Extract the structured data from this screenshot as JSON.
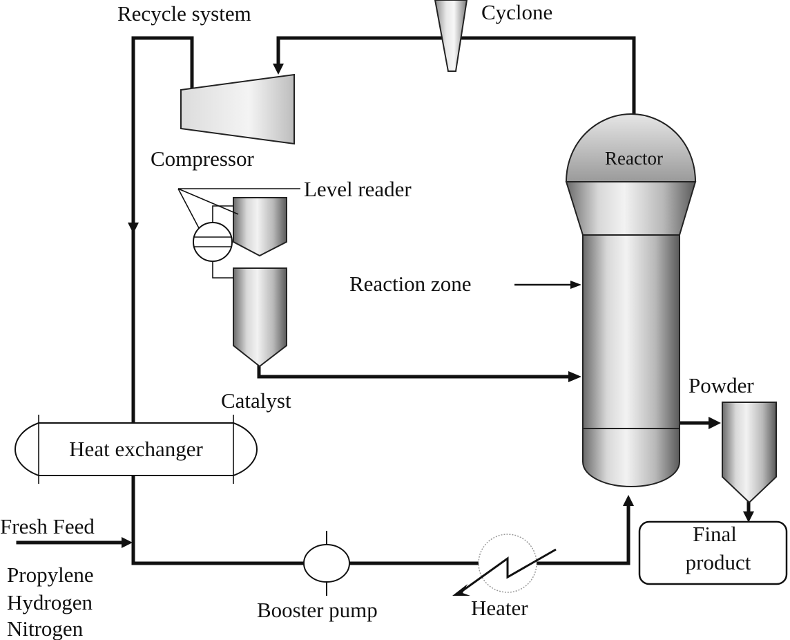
{
  "labels": {
    "recycle_system": "Recycle system",
    "cyclone": "Cyclone",
    "compressor": "Compressor",
    "reactor": "Reactor",
    "level_reader": "Level reader",
    "reaction_zone": "Reaction zone",
    "catalyst": "Catalyst",
    "powder": "Powder",
    "heat_exchanger": "Heat exchanger",
    "fresh_feed": "Fresh Feed",
    "feed_components": [
      "Propylene",
      "Hydrogen",
      "Nitrogen"
    ],
    "booster_pump": "Booster pump",
    "heater": "Heater",
    "final_product_line1": "Final",
    "final_product_line2": "product"
  }
}
